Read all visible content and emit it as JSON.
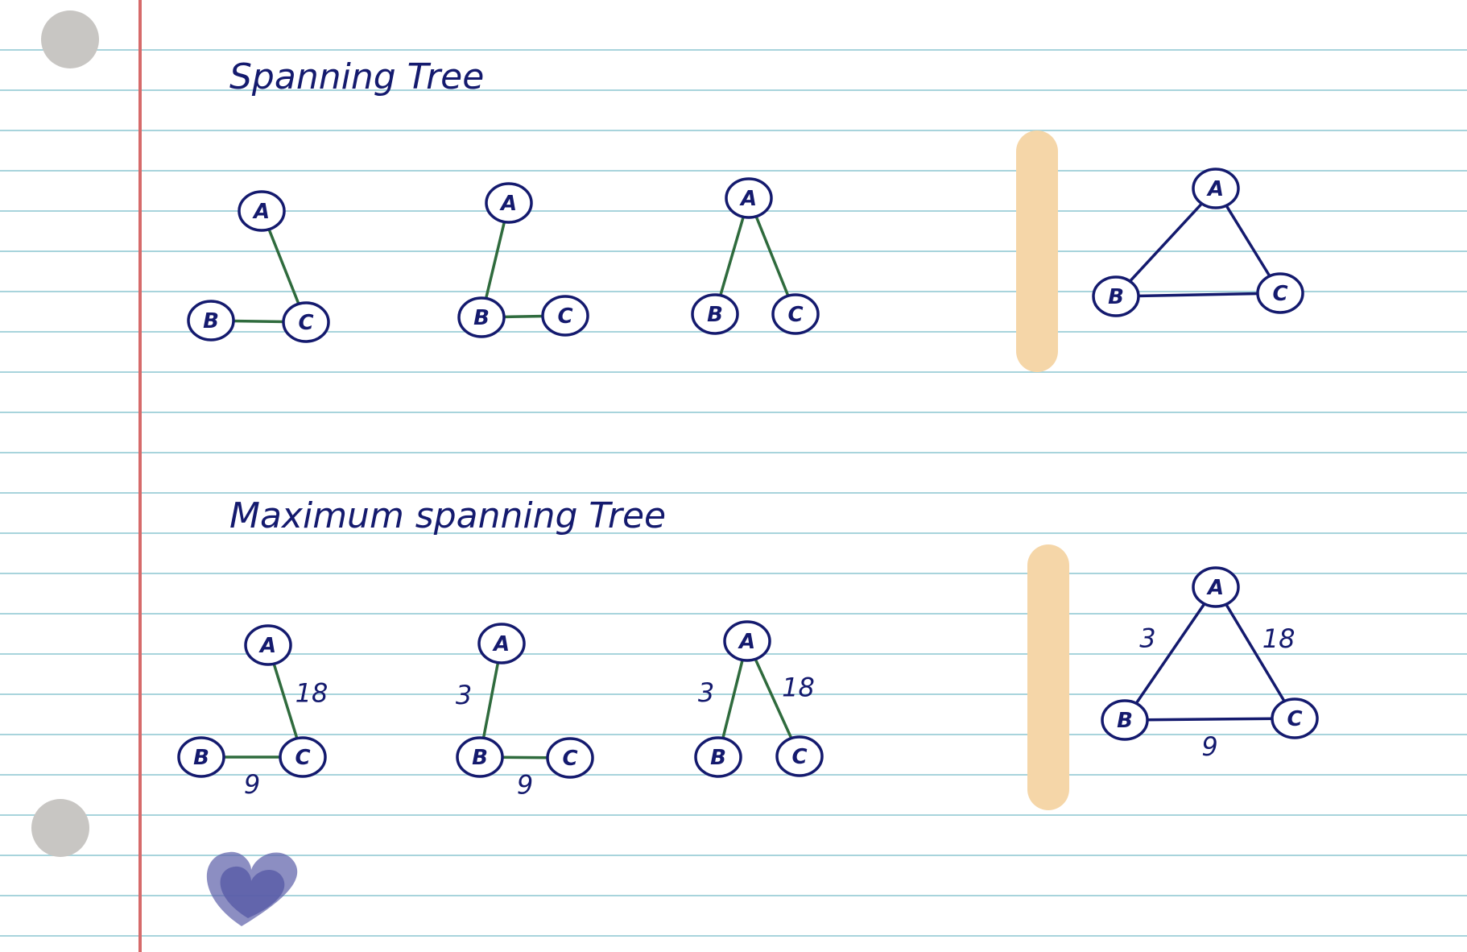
{
  "colors": {
    "paper": "#ffffff",
    "rule_line": "#a8d4dc",
    "margin_line": "#d66a6a",
    "hole": "#c8c6c3",
    "ink": "#141a6e",
    "tree_edge": "#2f6b3d",
    "highlighter": "#f5d6a8",
    "heart": "#5b5ea8"
  },
  "sections": [
    {
      "title": "Spanning Tree",
      "trees": [
        {
          "nodes": [
            "A",
            "B",
            "C"
          ],
          "edges": [
            [
              "A",
              "C",
              ""
            ],
            [
              "B",
              "C",
              ""
            ]
          ]
        },
        {
          "nodes": [
            "A",
            "B",
            "C"
          ],
          "edges": [
            [
              "A",
              "B",
              ""
            ],
            [
              "B",
              "C",
              ""
            ]
          ]
        },
        {
          "nodes": [
            "A",
            "B",
            "C"
          ],
          "edges": [
            [
              "A",
              "B",
              ""
            ],
            [
              "A",
              "C",
              ""
            ]
          ]
        }
      ],
      "graph": {
        "nodes": [
          "A",
          "B",
          "C"
        ],
        "edges": [
          [
            "A",
            "B",
            ""
          ],
          [
            "A",
            "C",
            ""
          ],
          [
            "B",
            "C",
            ""
          ]
        ]
      }
    },
    {
      "title": "Maximum spanning Tree",
      "trees": [
        {
          "nodes": [
            "A",
            "B",
            "C"
          ],
          "edges": [
            [
              "A",
              "C",
              "18"
            ],
            [
              "B",
              "C",
              "9"
            ]
          ]
        },
        {
          "nodes": [
            "A",
            "B",
            "C"
          ],
          "edges": [
            [
              "A",
              "B",
              "3"
            ],
            [
              "B",
              "C",
              "9"
            ]
          ]
        },
        {
          "nodes": [
            "A",
            "B",
            "C"
          ],
          "edges": [
            [
              "A",
              "B",
              "3"
            ],
            [
              "A",
              "C",
              "18"
            ]
          ]
        }
      ],
      "graph": {
        "nodes": [
          "A",
          "B",
          "C"
        ],
        "edges": [
          [
            "A",
            "B",
            "3"
          ],
          [
            "A",
            "C",
            "18"
          ],
          [
            "B",
            "C",
            "9"
          ]
        ]
      }
    }
  ]
}
